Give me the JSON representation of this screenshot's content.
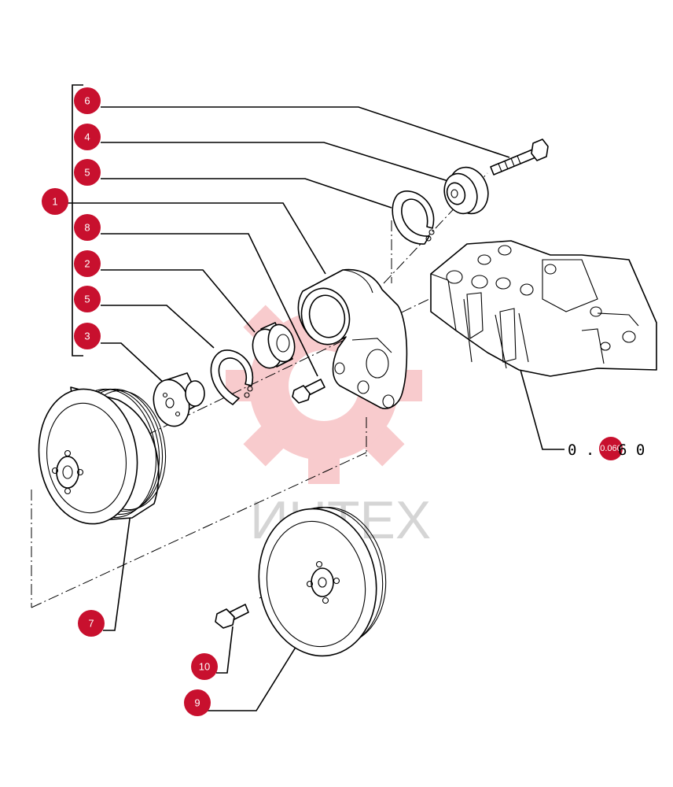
{
  "diagram": {
    "callouts": [
      "6",
      "4",
      "5",
      "1",
      "8",
      "2",
      "5",
      "3",
      "7",
      "10",
      "9"
    ],
    "reference": {
      "prefix": "0 . ",
      "badge": "0.060",
      "suffix": "6 0"
    },
    "watermark": "ИНТЕХ",
    "colors": {
      "callout": "#c8102e",
      "watermark": "#e8474f",
      "line": "#000000"
    }
  }
}
